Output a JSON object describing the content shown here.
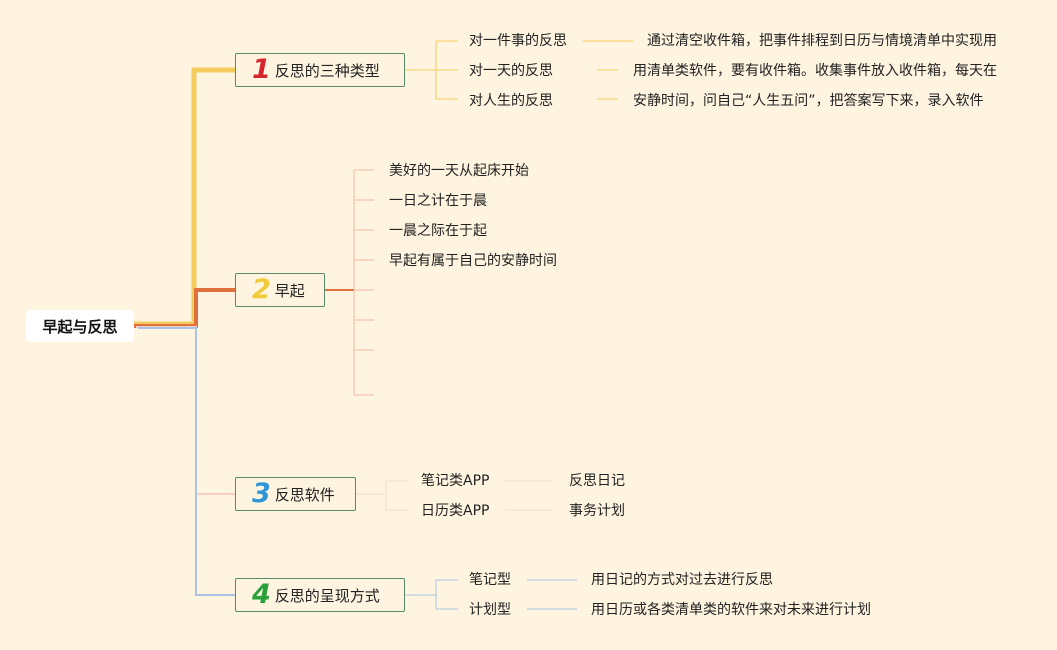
{
  "root": {
    "label": "早起与反思"
  },
  "branches": [
    {
      "num": "1",
      "num_color": "#d7252d",
      "line_color": "#f5cd5e",
      "title": "反思的三种类型",
      "items": [
        {
          "label": "对一件事的反思",
          "detail": "通过清空收件箱，把事件排程到日历与情境清单中实现用"
        },
        {
          "label": "对一天的反思",
          "detail": "用清单类软件，要有收件箱。收集事件放入收件箱，每天在"
        },
        {
          "label": "对人生的反思",
          "detail": "安静时间，问自己“人生五问”，把答案写下来，录入软件"
        }
      ]
    },
    {
      "num": "2",
      "num_color": "#f2ca3c",
      "line_color": "#e0703e",
      "title": "早起",
      "items": [
        {
          "label": "美好的一天从起床开始"
        },
        {
          "label": "一日之计在于晨"
        },
        {
          "label": "一晨之际在于起"
        },
        {
          "label": "早起有属于自己的安静时间"
        },
        {
          "label": ""
        },
        {
          "label": ""
        },
        {
          "label": ""
        },
        {
          "label": ""
        }
      ]
    },
    {
      "num": "3",
      "num_color": "#2f97d8",
      "line_color": "#f6cfc0",
      "title": "反思软件",
      "items": [
        {
          "label": "笔记类APP",
          "detail": "反思日记"
        },
        {
          "label": "日历类APP",
          "detail": "事务计划"
        }
      ]
    },
    {
      "num": "4",
      "num_color": "#2aa13a",
      "line_color": "#a9c3e2",
      "title": "反思的呈现方式",
      "items": [
        {
          "label": "笔记型",
          "detail": "用日记的方式对过去进行反思"
        },
        {
          "label": "计划型",
          "detail": "用日历或各类清单类的软件来对未来进行计划"
        }
      ]
    }
  ]
}
